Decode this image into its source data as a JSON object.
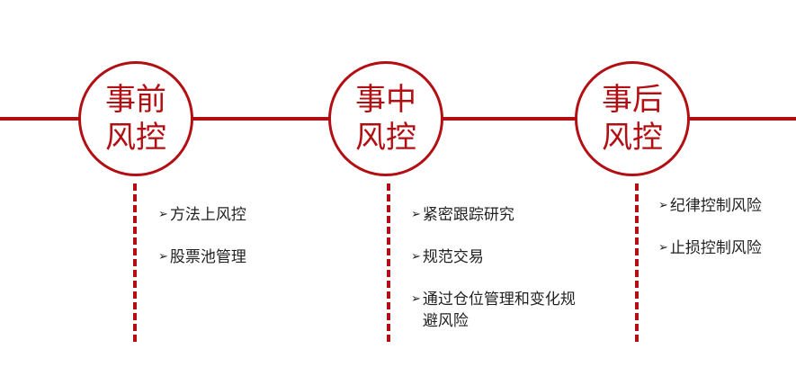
{
  "colors": {
    "accent": "#b30f13",
    "text": "#222222"
  },
  "stages": [
    {
      "line1": "事前",
      "line2": "风控",
      "items": [
        "方法上风控",
        "股票池管理"
      ]
    },
    {
      "line1": "事中",
      "line2": "风控",
      "items": [
        "紧密跟踪研究",
        "规范交易",
        "通过仓位管理和变化规避风险"
      ]
    },
    {
      "line1": "事后",
      "line2": "风控",
      "items": [
        "纪律控制风险",
        "止损控制风险"
      ]
    }
  ],
  "bullet_icon": "arrow-right-icon"
}
